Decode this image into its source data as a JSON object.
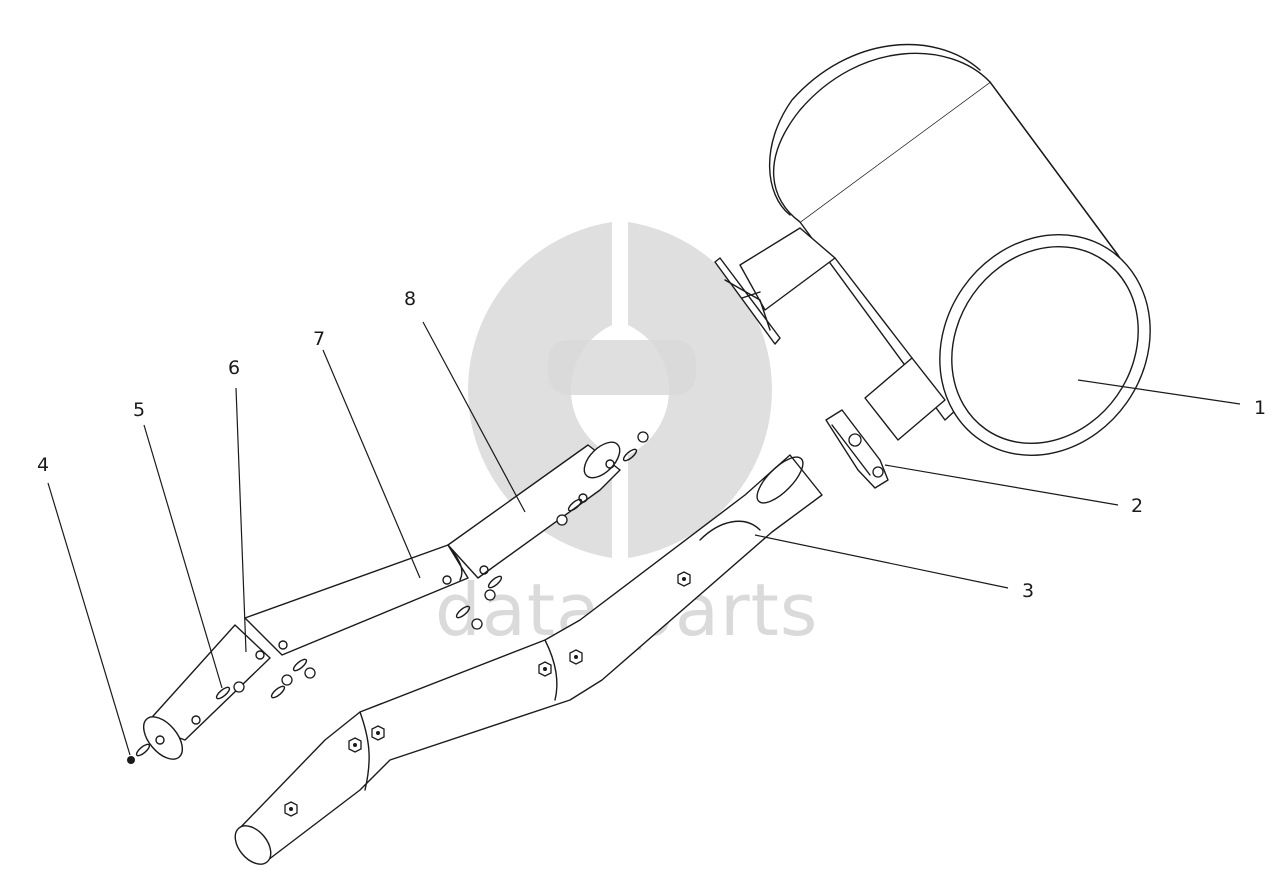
{
  "watermark": {
    "text": "data-parts",
    "logo": "dp-logo"
  },
  "callouts": [
    {
      "id": "1",
      "label": "1"
    },
    {
      "id": "2",
      "label": "2"
    },
    {
      "id": "3",
      "label": "3"
    },
    {
      "id": "4",
      "label": "4"
    },
    {
      "id": "5",
      "label": "5"
    },
    {
      "id": "6",
      "label": "6"
    },
    {
      "id": "7",
      "label": "7"
    },
    {
      "id": "8",
      "label": "8"
    }
  ],
  "colors": {
    "line": "#1a1a1a",
    "watermark": "#d9d9d9",
    "background": "#ffffff"
  }
}
